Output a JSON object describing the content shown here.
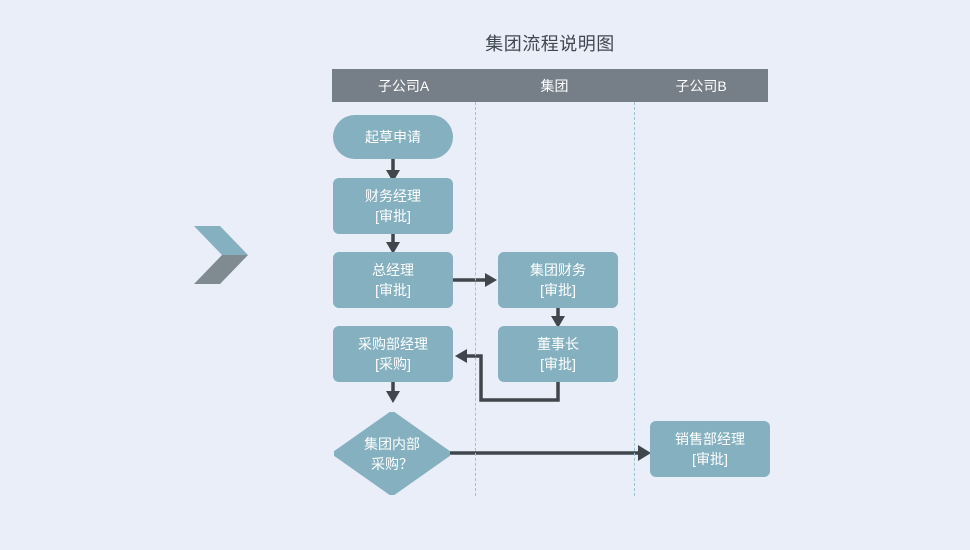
{
  "title": "集团流程说明图",
  "colors": {
    "background": "#eaeef9",
    "lane_header_bg": "#767f87",
    "node_fill": "#84b0bf",
    "node_text": "#ffffff",
    "connector": "#3f474c",
    "lane_divider": "#9fc2d4",
    "chevron_top": "#84b0bf",
    "chevron_bottom": "#7f8a91",
    "title_text": "#40484f"
  },
  "lanes": [
    {
      "id": "lane-subsidiary-a",
      "label": "子公司A"
    },
    {
      "id": "lane-group",
      "label": "集团"
    },
    {
      "id": "lane-subsidiary-b",
      "label": "子公司B"
    }
  ],
  "nodes": [
    {
      "id": "draft-application",
      "lane": "子公司A",
      "shape": "pill",
      "line1": "起草申请",
      "line2": ""
    },
    {
      "id": "finance-manager",
      "lane": "子公司A",
      "shape": "rect",
      "line1": "财务经理",
      "line2": "[审批]"
    },
    {
      "id": "general-manager",
      "lane": "子公司A",
      "shape": "rect",
      "line1": "总经理",
      "line2": "[审批]"
    },
    {
      "id": "purchasing-manager",
      "lane": "子公司A",
      "shape": "rect",
      "line1": "采购部经理",
      "line2": "[采购]"
    },
    {
      "id": "internal-purchase-decision",
      "lane": "子公司A",
      "shape": "diamond",
      "line1": "集团内部",
      "line2": "采购？"
    },
    {
      "id": "group-finance",
      "lane": "集团",
      "shape": "rect",
      "line1": "集团财务",
      "line2": "[审批]"
    },
    {
      "id": "board-chairman",
      "lane": "集团",
      "shape": "rect",
      "line1": "董事长",
      "line2": "[审批]"
    },
    {
      "id": "sales-manager",
      "lane": "子公司B",
      "shape": "rect",
      "line1": "销售部经理",
      "line2": "[审批]"
    }
  ],
  "edges": [
    {
      "from": "draft-application",
      "to": "finance-manager",
      "style": "straight-down"
    },
    {
      "from": "finance-manager",
      "to": "general-manager",
      "style": "straight-down"
    },
    {
      "from": "general-manager",
      "to": "group-finance",
      "style": "straight-right"
    },
    {
      "from": "group-finance",
      "to": "board-chairman",
      "style": "straight-down"
    },
    {
      "from": "board-chairman",
      "to": "purchasing-manager",
      "style": "elbow-return-left"
    },
    {
      "from": "purchasing-manager",
      "to": "internal-purchase-decision",
      "style": "straight-down"
    },
    {
      "from": "internal-purchase-decision",
      "to": "sales-manager",
      "style": "straight-right"
    }
  ],
  "decoration": {
    "chevron": "double-chevron-right-icon"
  }
}
